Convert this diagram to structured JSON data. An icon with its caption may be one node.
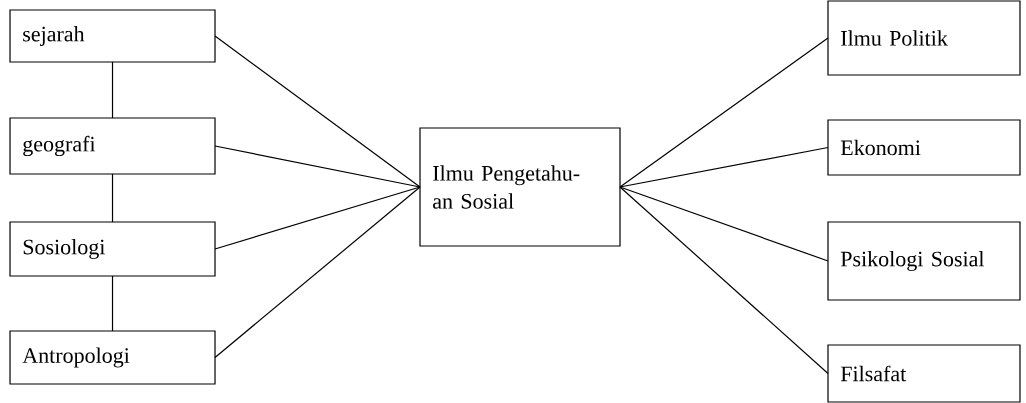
{
  "diagram": {
    "nodes": [
      {
        "text": [
          "sejarah"
        ]
      },
      {
        "text": [
          "geografi"
        ]
      },
      {
        "text": [
          "Sosiologi"
        ]
      },
      {
        "text": [
          "Antropologi"
        ]
      },
      {
        "text": [
          "Ilmu Pengetahu-an Sosial"
        ]
      },
      {
        "text": [
          "Ilmu Politik"
        ]
      },
      {
        "text": [
          "Ekonomi"
        ]
      },
      {
        "text": [
          "Psikologi Sosial"
        ]
      },
      {
        "text": [
          "Filsafat"
        ]
      }
    ],
    "edges": [
      {
        "from": 0,
        "to": 1,
        "arrow": "none"
      },
      {
        "from": 1,
        "to": 2,
        "arrow": "none"
      },
      {
        "from": 2,
        "to": 3,
        "arrow": "none"
      },
      {
        "from": 0,
        "to": 4,
        "arrow": "none"
      },
      {
        "from": 1,
        "to": 4,
        "arrow": "none"
      },
      {
        "from": 2,
        "to": 4,
        "arrow": "none"
      },
      {
        "from": 3,
        "to": 4,
        "arrow": "none"
      },
      {
        "from": 4,
        "to": 5,
        "arrow": "none"
      },
      {
        "from": 4,
        "to": 6,
        "arrow": "none"
      },
      {
        "from": 4,
        "to": 7,
        "arrow": "none"
      },
      {
        "from": 4,
        "to": 8,
        "arrow": "none"
      }
    ]
  }
}
